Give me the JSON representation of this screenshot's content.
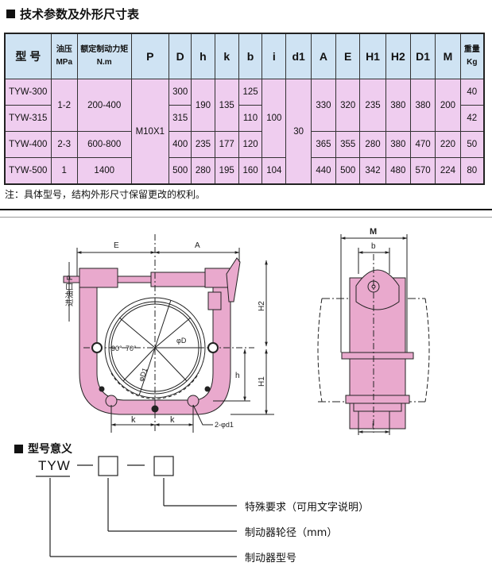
{
  "section_title": "技术参数及外形尺寸表",
  "table": {
    "headers": {
      "model": "型 号",
      "pressure_a": "油压",
      "pressure_b": "MPa",
      "torque_a": "额定制动力矩",
      "torque_b": "N.m",
      "P": "P",
      "D": "D",
      "h": "h",
      "k": "k",
      "b": "b",
      "i": "i",
      "d1": "d1",
      "A": "A",
      "E": "E",
      "H1": "H1",
      "H2": "H2",
      "D1": "D1",
      "M": "M",
      "weight_a": "重量",
      "weight_b": "Kg"
    },
    "rows": [
      {
        "model": "TYW-300",
        "D": "300",
        "b": "125",
        "weight": "40"
      },
      {
        "model": "TYW-315",
        "D": "315",
        "b": "110",
        "weight": "42"
      },
      {
        "model": "TYW-400",
        "pressure": "2-3",
        "torque": "600-800",
        "D": "400",
        "h": "235",
        "k": "177",
        "b": "120",
        "A": "365",
        "E": "355",
        "H1": "280",
        "H2": "380",
        "D1": "470",
        "M": "220",
        "weight": "50"
      },
      {
        "model": "TYW-500",
        "pressure": "1",
        "torque": "1400",
        "D": "500",
        "h": "280",
        "k": "195",
        "b": "160",
        "i": "104",
        "A": "440",
        "E": "500",
        "H1": "342",
        "H2": "480",
        "D1": "570",
        "M": "224",
        "weight": "80"
      }
    ],
    "merged": {
      "pressure_300_315": "1-2",
      "torque_300_315": "200-400",
      "P_all": "M10X1",
      "h_300_315": "190",
      "k_300_315": "135",
      "i_300_400": "100",
      "d1_all": "30",
      "A_300_315": "330",
      "E_300_315": "320",
      "H1_300_315": "235",
      "H2_300_315": "380",
      "D1_300_315": "380",
      "M_300_315": "200"
    }
  },
  "note": "注：具体型号，结构外形尺寸保留更改的权利。",
  "drawing": {
    "labels": {
      "E": "E",
      "A": "A",
      "H2": "H2",
      "H1": "H1",
      "h": "h",
      "k1": "k",
      "k2": "k",
      "phiD": "φD",
      "phiD1": "φD1",
      "angle90": "90°",
      "angle70": "70°",
      "holes": "2-φd1",
      "inlet": "进油口 P",
      "M": "M",
      "b": "b",
      "i": "i"
    },
    "colors": {
      "body": "#e9a9cd",
      "line": "#222222"
    }
  },
  "type_meaning": {
    "title": "型号意义",
    "code": "TYW",
    "items": [
      "特殊要求（可用文字说明）",
      "制动器轮径（mm）",
      "制动器型号"
    ]
  }
}
